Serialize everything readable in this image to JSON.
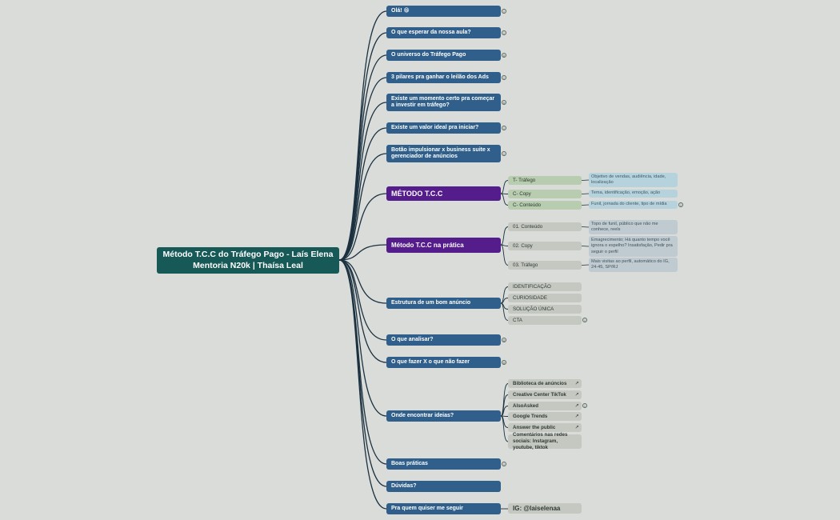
{
  "root": {
    "line1": "Método T.C.C do Tráfego Pago - Laís Elena",
    "line2": "Mentoria N20k | Thaísa Leal"
  },
  "topics": [
    {
      "label": "Olá! 😁"
    },
    {
      "label": "O que esperar da nossa aula?"
    },
    {
      "label": "O universo do Tráfego Pago"
    },
    {
      "label": "3 pilares pra ganhar o leilão dos Ads"
    },
    {
      "label": "Existe um momento certo pra começar a investir em tráfego?"
    },
    {
      "label": "Existe um valor ideal pra iniciar?"
    },
    {
      "label": "Botão impulsionar x business suite x gerenciador de anúncios"
    },
    {
      "label": "MÉTODO T.C.C"
    },
    {
      "label": "Método T.C.C na prática"
    },
    {
      "label": "Estrutura de um bom anúncio"
    },
    {
      "label": "O que analisar?"
    },
    {
      "label": "O que fazer X o que não fazer"
    },
    {
      "label": "Onde encontrar ideias?"
    },
    {
      "label": "Boas práticas"
    },
    {
      "label": "Dúvidas?"
    },
    {
      "label": "Pra quem quiser me seguir"
    }
  ],
  "metodo": [
    {
      "label": "T- Tráfego",
      "detail": "Objetivo de vendas, audiência, idade, localização"
    },
    {
      "label": "C- Copy",
      "detail": "Tema, identificação, emoção, ação"
    },
    {
      "label": "C- Conteúdo",
      "detail": "Funil, jornada do cliente, tipo de mídia"
    }
  ],
  "pratica": [
    {
      "label": "01. Conteúdo",
      "detail": "Topo de funil, público que não me conhece, reels"
    },
    {
      "label": "02. Copy",
      "detail": "Emagrecimento; Há quanto tempo você ignora o espelho? Insatisfação, Pedir pra seguir o perfil"
    },
    {
      "label": "03. Tráfego",
      "detail": "Mais visitas ao perfil, automático do IG, 24-45, SP/RJ"
    }
  ],
  "estrutura": [
    "IDENTIFICAÇÃO",
    "CURIOSIDADE",
    "SOLUÇÃO ÚNICA",
    "CTA"
  ],
  "ideias": [
    "Biblioteca de anúncios",
    "Creative Center TikTok",
    "AlsoAsked",
    "Google Trends",
    "Answer the public",
    "Comentários nas redes sociais: Instagram, youtube, tiktok"
  ],
  "seguir": "IG: @laiselenaa",
  "colors": {
    "background": "#d9dcd9",
    "root": "#175957",
    "topic": "#2f5f8a",
    "highlight": "#551c8c",
    "green_leaf": "#b8ccb0",
    "blue_leaf": "#b6d2dd",
    "grey_leaf": "#c4c8c1",
    "line": "#1c3140"
  },
  "icons": {
    "link": "external-link-icon",
    "note": "note-badge-icon"
  }
}
